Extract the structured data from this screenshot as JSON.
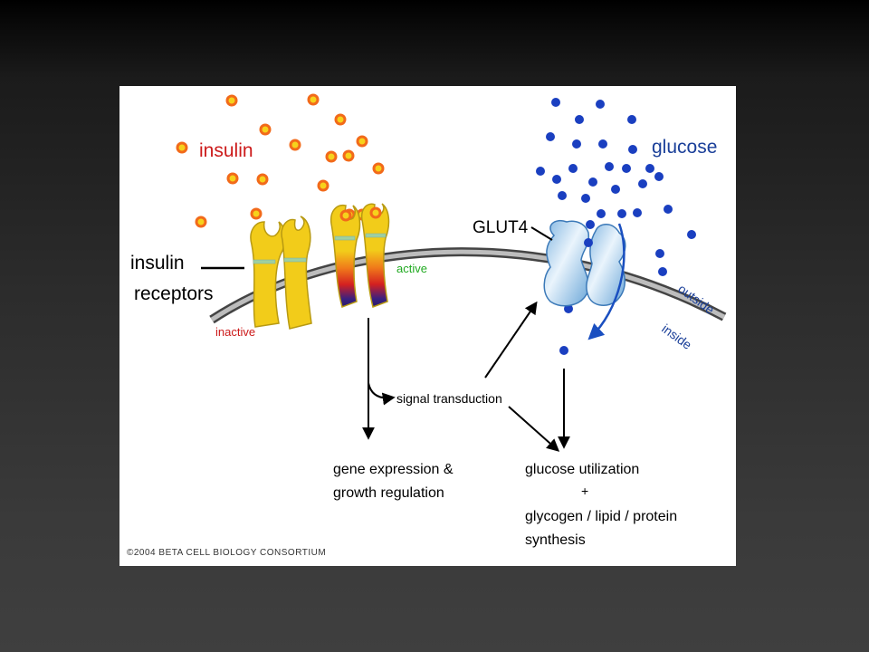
{
  "diagram": {
    "labels": {
      "insulin": "insulin",
      "glucose": "glucose",
      "glut4": "GLUT4",
      "insulin_receptors_line1": "insulin",
      "insulin_receptors_line2": "receptors",
      "inactive": "inactive",
      "active": "active",
      "outside": "outside",
      "inside": "inside",
      "signal_transduction": "signal transduction",
      "gene_expression_line1": "gene expression &",
      "gene_expression_line2": "growth regulation",
      "glucose_utilization_line1": "glucose utilization",
      "glucose_utilization_plus": "+",
      "glucose_utilization_line2": "glycogen / lipid / protein",
      "glucose_utilization_line3": "synthesis",
      "copyright": "©2004 BETA CELL BIOLOGY CONSORTIUM"
    },
    "colors": {
      "insulin_label": "#cc1a1a",
      "glucose_label": "#1a3f99",
      "active_label": "#22aa22",
      "inactive_label": "#cc1a1a",
      "receptor_fill": "#f2cc1a",
      "insulin_molecule": "#f6d21c",
      "insulin_molecule_rim": "#f26a1a",
      "glucose_molecule": "#1a3fc0",
      "membrane": "#555555",
      "glut4_fill": "#a9cfee"
    }
  }
}
